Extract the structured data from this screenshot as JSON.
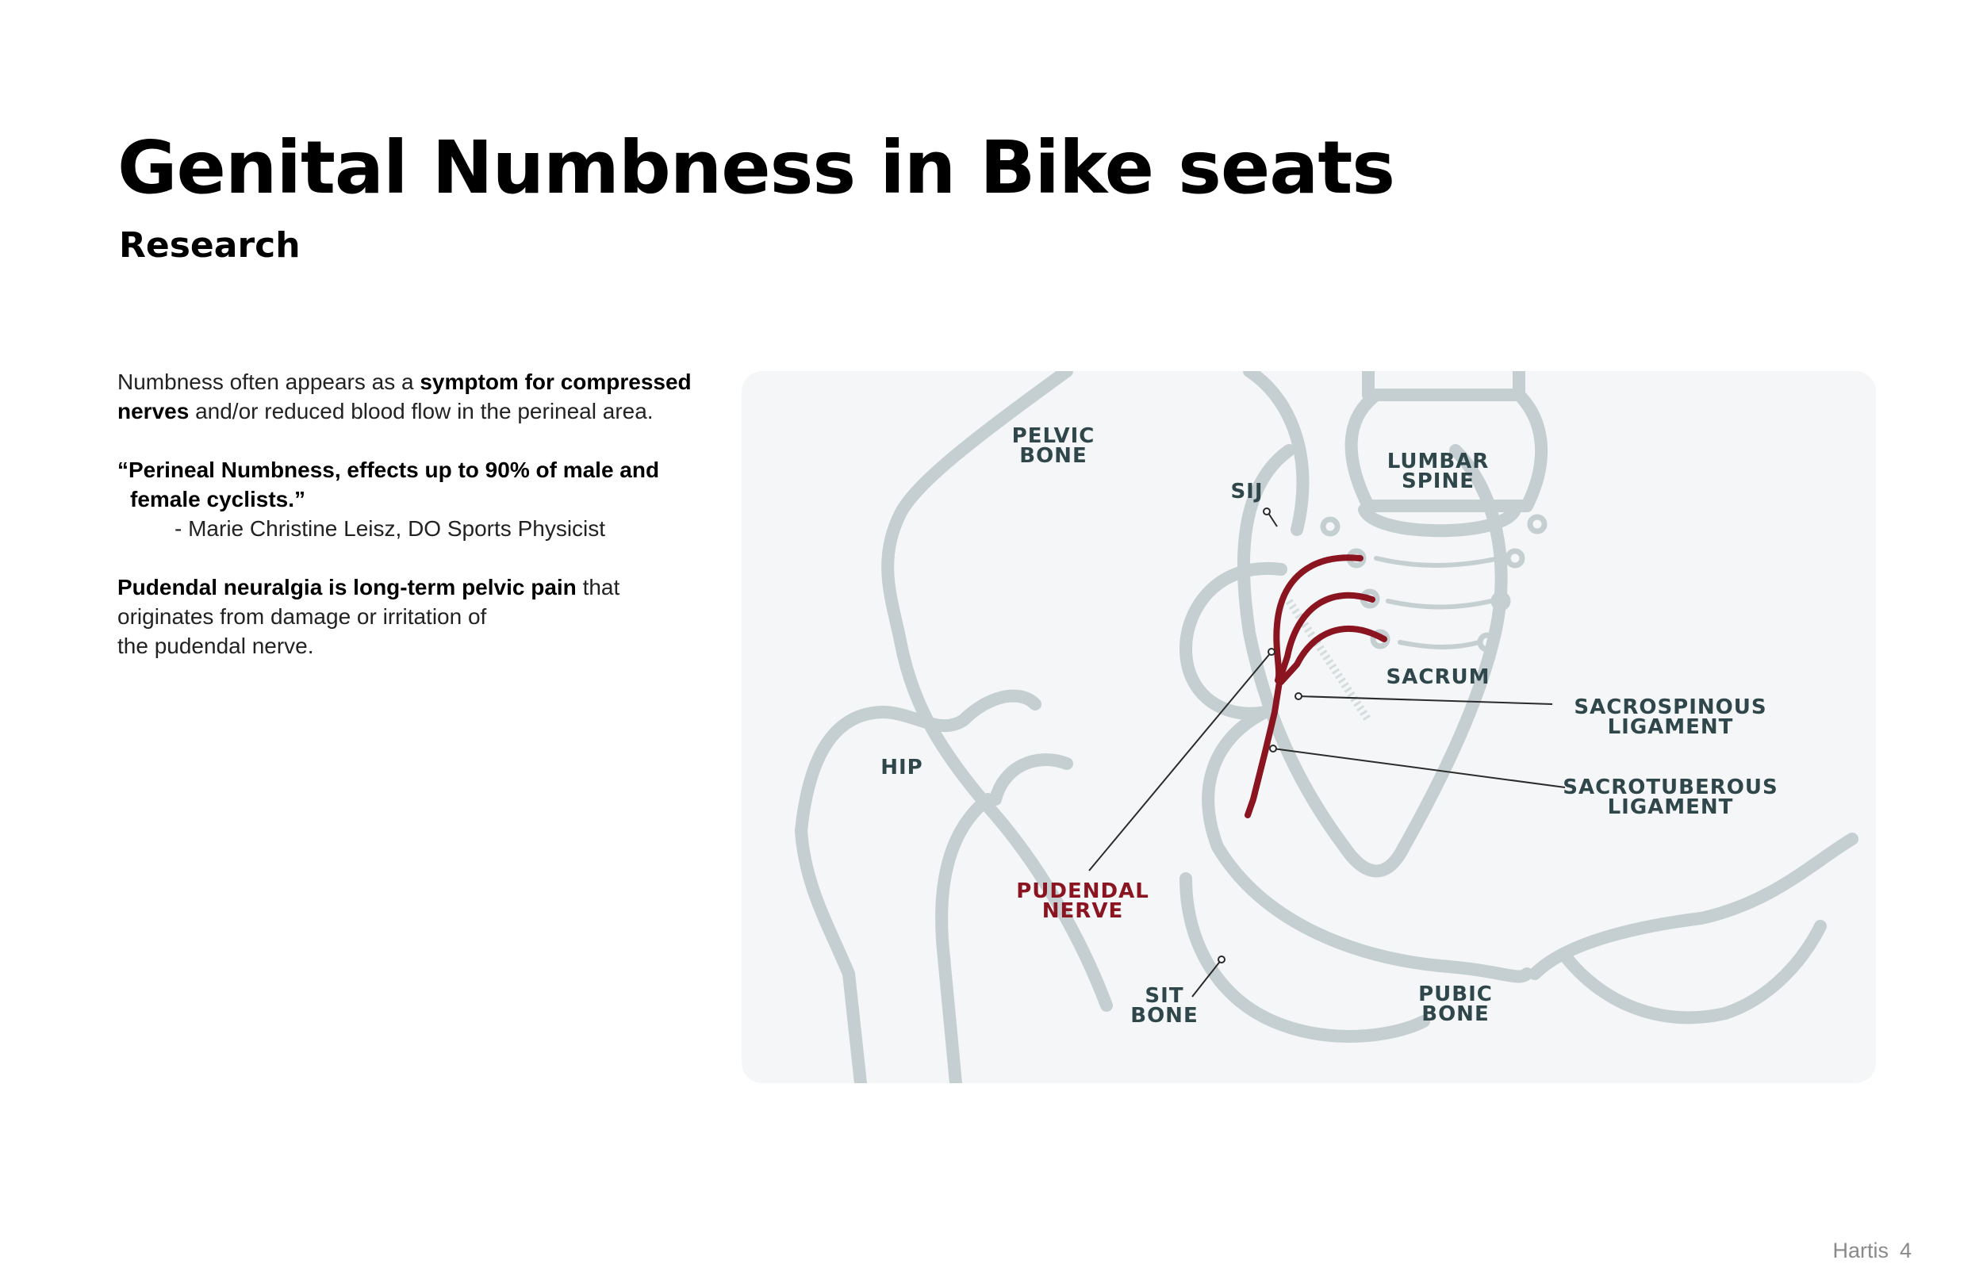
{
  "header": {
    "title": "Genital Numbness in Bike seats",
    "subtitle": "Research"
  },
  "body": {
    "p1": {
      "pre": "Numbness often appears as a ",
      "bold": "symptom for compressed nerves",
      "post": " and/or reduced blood flow in the perineal area."
    },
    "quote": {
      "line1": "“Perineal Numbness, effects up to 90% of male and",
      "line2": "female cyclists.”",
      "attribution": "- Marie Christine Leisz, DO Sports Physicist"
    },
    "p3": {
      "bold": "Pudendal neuralgia is long-term pelvic pain",
      "post1": " that",
      "line2": "originates from damage or irritation of",
      "line3": "the pudendal nerve."
    }
  },
  "diagram": {
    "labels": {
      "pelvic_bone_1": "PELVIC",
      "pelvic_bone_2": "BONE",
      "sij": "SIJ",
      "lumbar_spine_1": "LUMBAR",
      "lumbar_spine_2": "SPINE",
      "sacrum": "SACRUM",
      "sacrospinous_1": "SACROSPINOUS",
      "sacrospinous_2": "LIGAMENT",
      "hip": "HIP",
      "sacrotuberous_1": "SACROTUBEROUS",
      "sacrotuberous_2": "LIGAMENT",
      "pudendal_1": "PUDENDAL",
      "pudendal_2": "NERVE",
      "sit_bone_1": "SIT",
      "sit_bone_2": "BONE",
      "pubic_bone_1": "PUBIC",
      "pubic_bone_2": "BONE"
    },
    "colors": {
      "bone_outline": "#c5cfd1",
      "nerve": "#8a1420",
      "label": "#2f474b",
      "panel": "#f4f6f7"
    }
  },
  "footer": {
    "author": "Hartis",
    "page": "4"
  }
}
